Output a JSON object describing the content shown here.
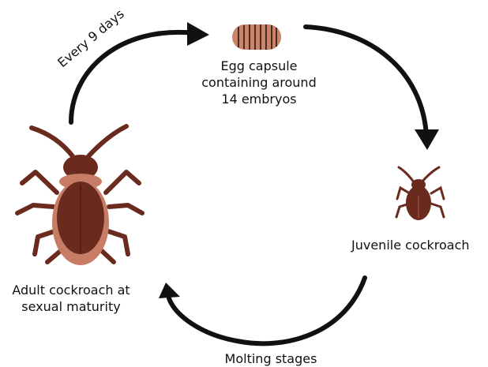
{
  "labels": {
    "every": "Every 9 days",
    "egg": [
      "Egg capsule",
      "containing around",
      "14 embryos"
    ],
    "juvenile": "Juvenile cockroach",
    "adult": [
      "Adult cockroach at",
      "sexual maturity"
    ],
    "molting": "Molting stages"
  },
  "icons": [
    "egg-capsule-icon",
    "juvenile-cockroach-icon",
    "adult-cockroach-icon"
  ],
  "colors": {
    "arrow": "#111111",
    "cockroach_dark": "#6a2b1e",
    "cockroach_light": "#c77c66",
    "egg": "#c98469",
    "egg_stripe": "#4a2a20"
  }
}
